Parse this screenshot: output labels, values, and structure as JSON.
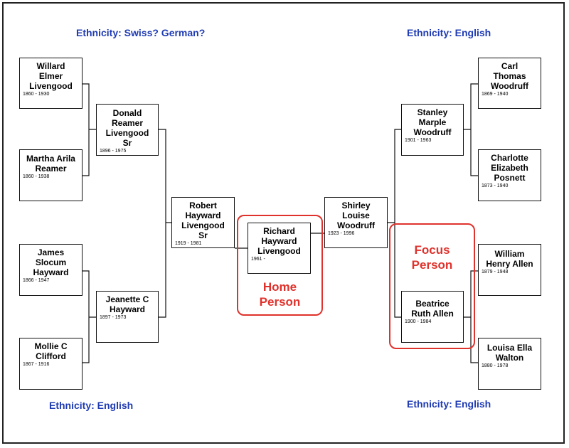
{
  "ethnicities": {
    "top_left": "Ethnicity: Swiss? German?",
    "top_right": "Ethnicity: English",
    "bottom_left": "Ethnicity: English",
    "bottom_right": "Ethnicity: English"
  },
  "people": {
    "willard": {
      "name": "Willard\nElmer\nLivengood",
      "dates": "1860 - 1930"
    },
    "martha": {
      "name": "Martha Arila\nReamer",
      "dates": "1860 - 1938"
    },
    "donald": {
      "name": "Donald\nReamer\nLivengood\nSr",
      "dates": "1896 - 1975"
    },
    "james": {
      "name": "James\nSlocum\nHayward",
      "dates": "1866 - 1947"
    },
    "mollie": {
      "name": "Mollie C\nClifford",
      "dates": "1867 - 1916"
    },
    "jeanette": {
      "name": "Jeanette C\nHayward",
      "dates": "1897 - 1973"
    },
    "robert": {
      "name": "Robert\nHayward\nLivengood\nSr",
      "dates": "1919 - 1981"
    },
    "richard": {
      "name": "Richard\nHayward\nLivengood",
      "dates": "1961 -"
    },
    "shirley": {
      "name": "Shirley\nLouise\nWoodruff",
      "dates": "1923 - 1996"
    },
    "stanley": {
      "name": "Stanley\nMarple\nWoodruff",
      "dates": "1901 - 1963"
    },
    "beatrice": {
      "name": "Beatrice\nRuth Allen",
      "dates": "1900 - 1984"
    },
    "carl": {
      "name": "Carl\nThomas\nWoodruff",
      "dates": "1869 - 1940"
    },
    "charlotte": {
      "name": "Charlotte\nElizabeth\nPosnett",
      "dates": "1873 - 1940"
    },
    "william": {
      "name": "William\nHenry Allen",
      "dates": "1879 - 1948"
    },
    "louisa": {
      "name": "Louisa Ella\nWalton",
      "dates": "1880 - 1978"
    }
  },
  "highlights": {
    "home": "Home\nPerson",
    "focus": "Focus\nPerson"
  },
  "colors": {
    "ethnicity_text": "#1f3bb3",
    "highlight": "#e0322c",
    "line": "#111111"
  }
}
